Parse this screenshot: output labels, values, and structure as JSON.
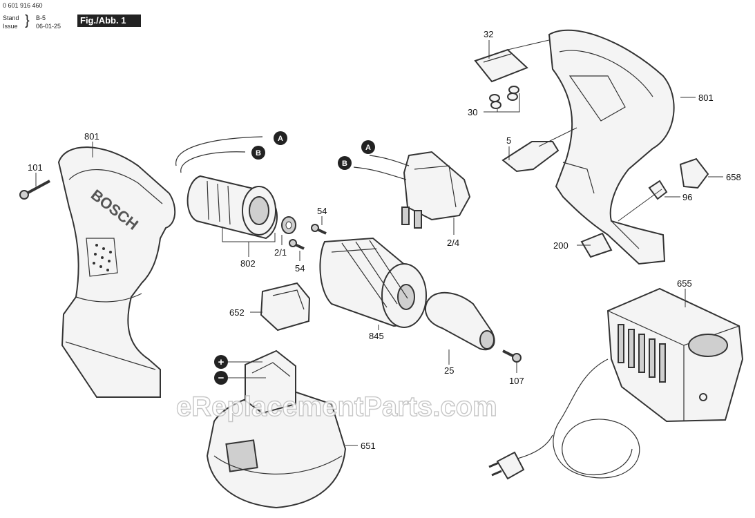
{
  "header": {
    "part_number": "0 601 916 460",
    "stand_label": "Stand",
    "stand_value": "B-5",
    "issue_label": "Issue",
    "issue_value": "06-01-25",
    "figure_label": "Fig./Abb. 1"
  },
  "brand_text": "BOSCH",
  "watermark": "eReplacementParts.com",
  "callouts": {
    "c801_left": "801",
    "c101": "101",
    "c802": "802",
    "c2_1": "2/1",
    "c54_top": "54",
    "c54_bottom": "54",
    "c845": "845",
    "c25": "25",
    "c107": "107",
    "c652": "652",
    "c651": "651",
    "c2_4": "2/4",
    "c32": "32",
    "c30": "30",
    "c5": "5",
    "c801_right": "801",
    "c658": "658",
    "c96": "96",
    "c200": "200",
    "c655": "655"
  },
  "wire_markers": {
    "motor_a": "A",
    "motor_b": "B",
    "switch_a": "A",
    "switch_b": "B"
  },
  "polarity": {
    "plus": "+",
    "minus": "−"
  }
}
